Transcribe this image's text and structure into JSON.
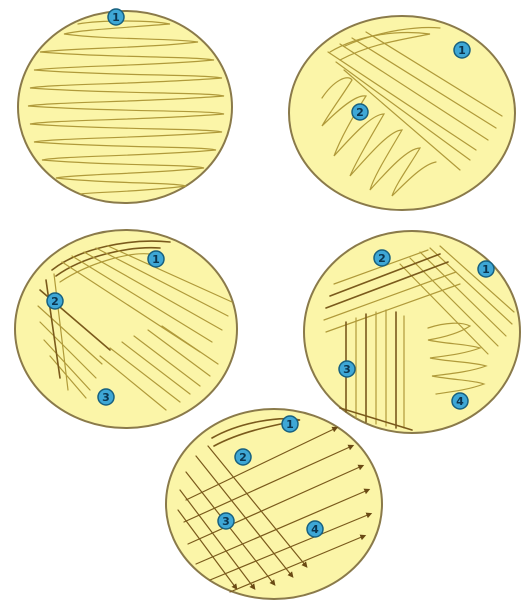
{
  "colors": {
    "agar": "#fbf5a8",
    "rim": "#8a7a4a",
    "streak": "#b09a3a",
    "streak_dark": "#7a5a1c",
    "badge_fill": "#3ea7d6",
    "badge_ring": "#17607f",
    "badge_text": "#0b3550"
  },
  "plates": [
    {
      "name": "plate-single-zigzag",
      "labels": [
        "1"
      ]
    },
    {
      "name": "plate-two-sectors",
      "labels": [
        "1",
        "2"
      ]
    },
    {
      "name": "plate-three-sectors",
      "labels": [
        "1",
        "2",
        "3"
      ]
    },
    {
      "name": "plate-four-sectors",
      "labels": [
        "2",
        "1",
        "3",
        "4"
      ]
    },
    {
      "name": "plate-cross-streak",
      "labels": [
        "1",
        "2",
        "3",
        "4"
      ]
    }
  ]
}
